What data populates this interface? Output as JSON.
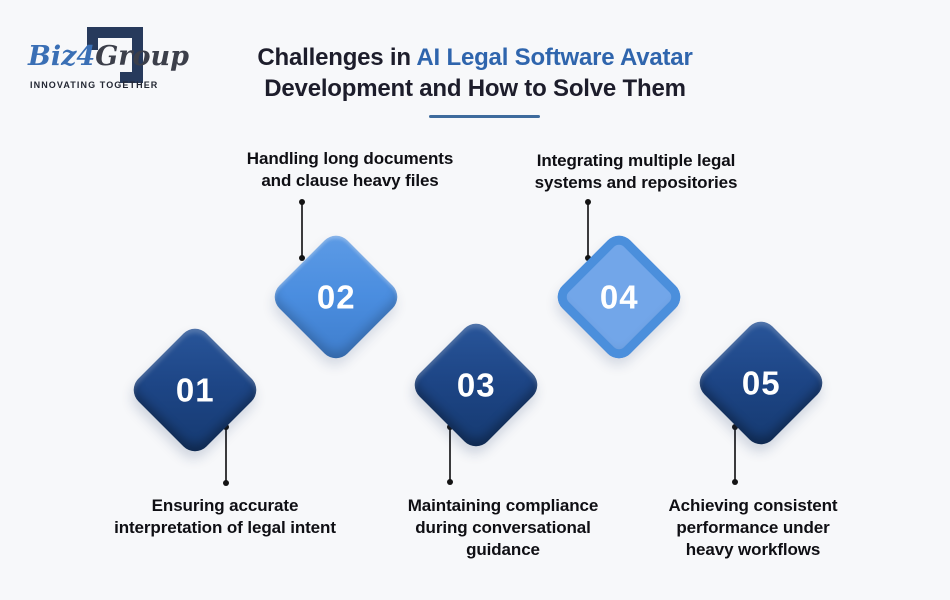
{
  "logo": {
    "brand_biz4": "Biz4",
    "brand_group": "Group",
    "tagline": "INNOVATING TOGETHER"
  },
  "title": {
    "line1_dark": "Challenges in",
    "line1_accent": "AI Legal Software Avatar",
    "line2": "Development and How to Solve Them",
    "accent_color": "#2f65ad",
    "dark_color": "#1d1d2b"
  },
  "items": [
    {
      "number": "01",
      "label": "Ensuring accurate\ninterpretation of legal intent",
      "label_position": "bottom",
      "variant": "dark"
    },
    {
      "number": "02",
      "label": "Handling long documents\nand clause heavy files",
      "label_position": "top",
      "variant": "medium"
    },
    {
      "number": "03",
      "label": "Maintaining compliance\nduring conversational\nguidance",
      "label_position": "bottom",
      "variant": "dark"
    },
    {
      "number": "04",
      "label": "Integrating multiple legal\nsystems and repositories",
      "label_position": "top",
      "variant": "light"
    },
    {
      "number": "05",
      "label": "Achieving consistent\nperformance under\nheavy workflows",
      "label_position": "bottom",
      "variant": "dark"
    }
  ],
  "colors": {
    "background": "#f7f8fa",
    "diamond_dark": "#1d4585",
    "diamond_medium": "#4a8ddf",
    "diamond_light_fill": "#72a6e9",
    "diamond_light_border": "#4b8fdc",
    "underline": "#3e6b9d",
    "connector": "#3b3b3d",
    "logo_blue": "#3a6fb5",
    "logo_bracket": "#273a5c"
  }
}
